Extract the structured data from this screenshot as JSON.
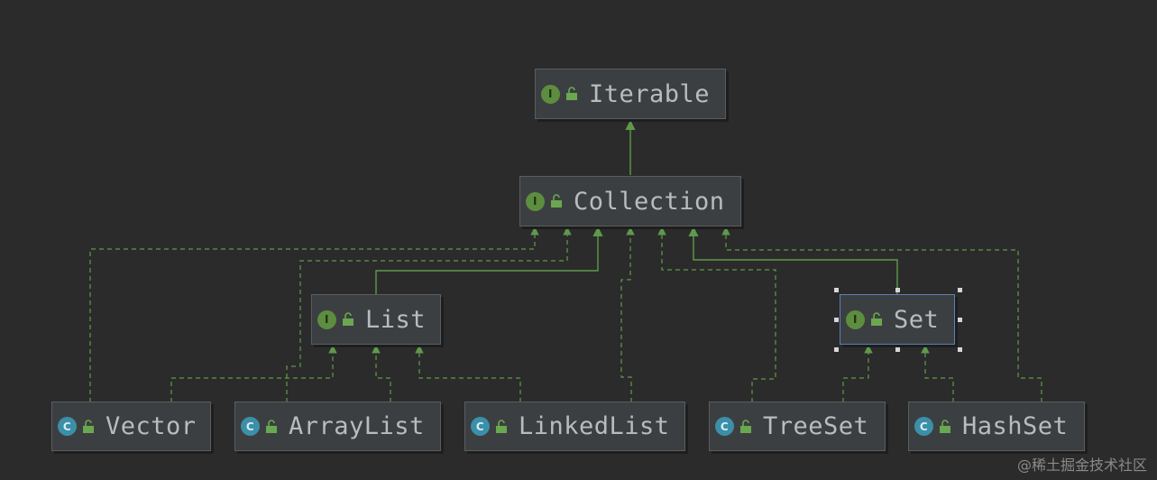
{
  "diagram": {
    "nodes": {
      "iterable": {
        "label": "Iterable",
        "kind": "interface",
        "badge": "I"
      },
      "collection": {
        "label": "Collection",
        "kind": "interface",
        "badge": "I"
      },
      "list": {
        "label": "List",
        "kind": "interface",
        "badge": "I"
      },
      "set": {
        "label": "Set",
        "kind": "interface",
        "badge": "I",
        "selected": true
      },
      "vector": {
        "label": "Vector",
        "kind": "class",
        "badge": "C"
      },
      "arraylist": {
        "label": "ArrayList",
        "kind": "class",
        "badge": "C"
      },
      "linkedlist": {
        "label": "LinkedList",
        "kind": "class",
        "badge": "C"
      },
      "treeset": {
        "label": "TreeSet",
        "kind": "class",
        "badge": "C"
      },
      "hashset": {
        "label": "HashSet",
        "kind": "class",
        "badge": "C"
      }
    },
    "edges": [
      {
        "from": "Collection",
        "to": "Iterable",
        "type": "extends"
      },
      {
        "from": "List",
        "to": "Collection",
        "type": "extends"
      },
      {
        "from": "Set",
        "to": "Collection",
        "type": "extends"
      },
      {
        "from": "Vector",
        "to": "Collection",
        "type": "implements"
      },
      {
        "from": "ArrayList",
        "to": "Collection",
        "type": "implements"
      },
      {
        "from": "LinkedList",
        "to": "Collection",
        "type": "implements"
      },
      {
        "from": "TreeSet",
        "to": "Collection",
        "type": "implements"
      },
      {
        "from": "HashSet",
        "to": "Collection",
        "type": "implements"
      },
      {
        "from": "Vector",
        "to": "List",
        "type": "implements"
      },
      {
        "from": "ArrayList",
        "to": "List",
        "type": "implements"
      },
      {
        "from": "LinkedList",
        "to": "List",
        "type": "implements"
      },
      {
        "from": "TreeSet",
        "to": "Set",
        "type": "implements"
      },
      {
        "from": "HashSet",
        "to": "Set",
        "type": "implements"
      }
    ],
    "colors": {
      "background": "#2b2b2b",
      "node_fill": "#3c3f41",
      "node_text": "#b9bcbf",
      "edge": "#5f9a4a",
      "interface_badge": "#5d8d3f",
      "class_badge": "#3c8fa8",
      "selection": "#5d7fb8"
    },
    "icons": {
      "interface": "interface-badge-icon",
      "class": "class-badge-icon",
      "visibility": "public-lock-icon"
    }
  },
  "watermark": "@稀土掘金技术社区"
}
